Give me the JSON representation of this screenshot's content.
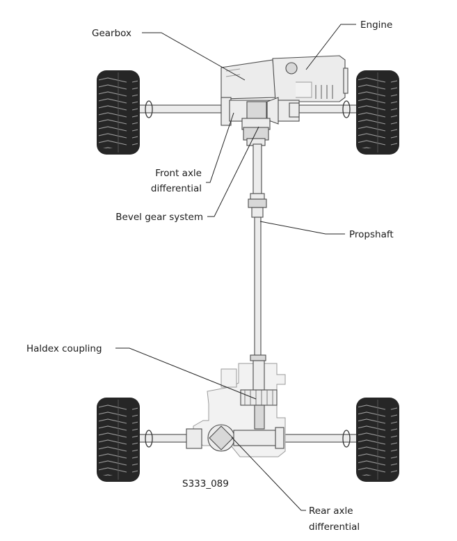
{
  "labels": {
    "gearbox": "Gearbox",
    "engine": "Engine",
    "front_axle_differential": [
      "Front axle",
      "differential"
    ],
    "bevel_gear_system": "Bevel gear system",
    "propshaft": "Propshaft",
    "haldex_coupling": "Haldex coupling",
    "rear_axle_differential": [
      "Rear axle",
      "differential"
    ],
    "figure_code": "S333_089"
  },
  "colors": {
    "tyre": "#262626",
    "component_fill": "#ececec",
    "outline": "#4a4a4a",
    "text": "#1a1a1a"
  }
}
